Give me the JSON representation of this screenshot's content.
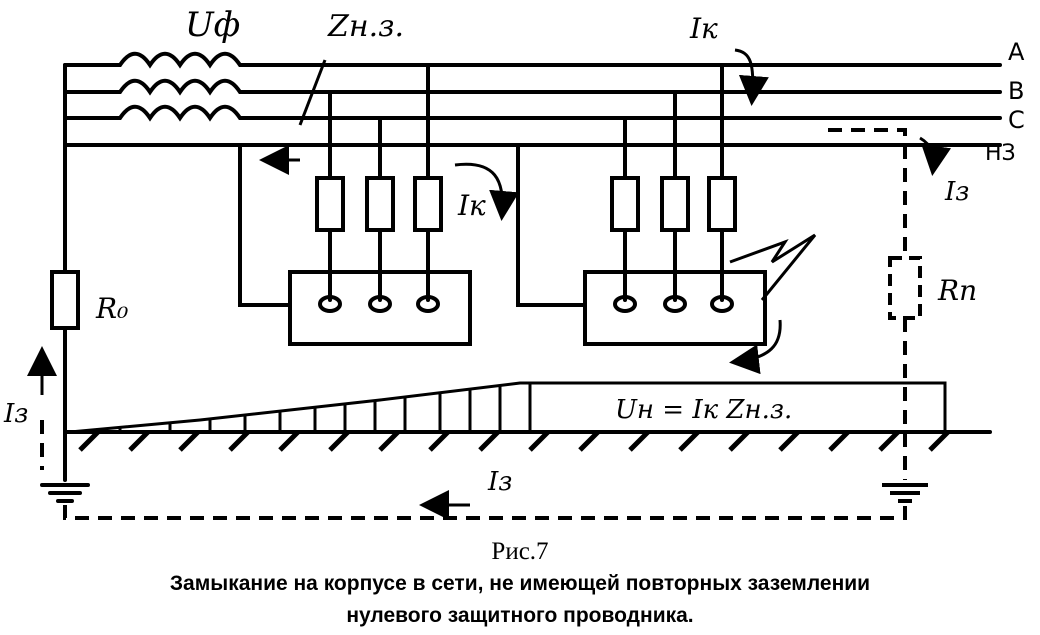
{
  "diagram": {
    "labels": {
      "u_phase": "Uф",
      "z_nz": "Zн.з.",
      "ik_top": "Iк",
      "ik_mid": "Iк",
      "iz_right": "Iз",
      "iz_left": "Iз",
      "iz_bottom": "Iз",
      "r0": "R₀",
      "rn": "Rп",
      "un_formula": "Uн = Iк Zн.з."
    },
    "buses": [
      "A",
      "B",
      "C",
      "НЗ"
    ]
  },
  "caption": {
    "title": "Рис.7",
    "line1": "Замыкание на корпусе в сети, не имеющей повторных заземлении",
    "line2": "нулевого защитного проводника."
  }
}
